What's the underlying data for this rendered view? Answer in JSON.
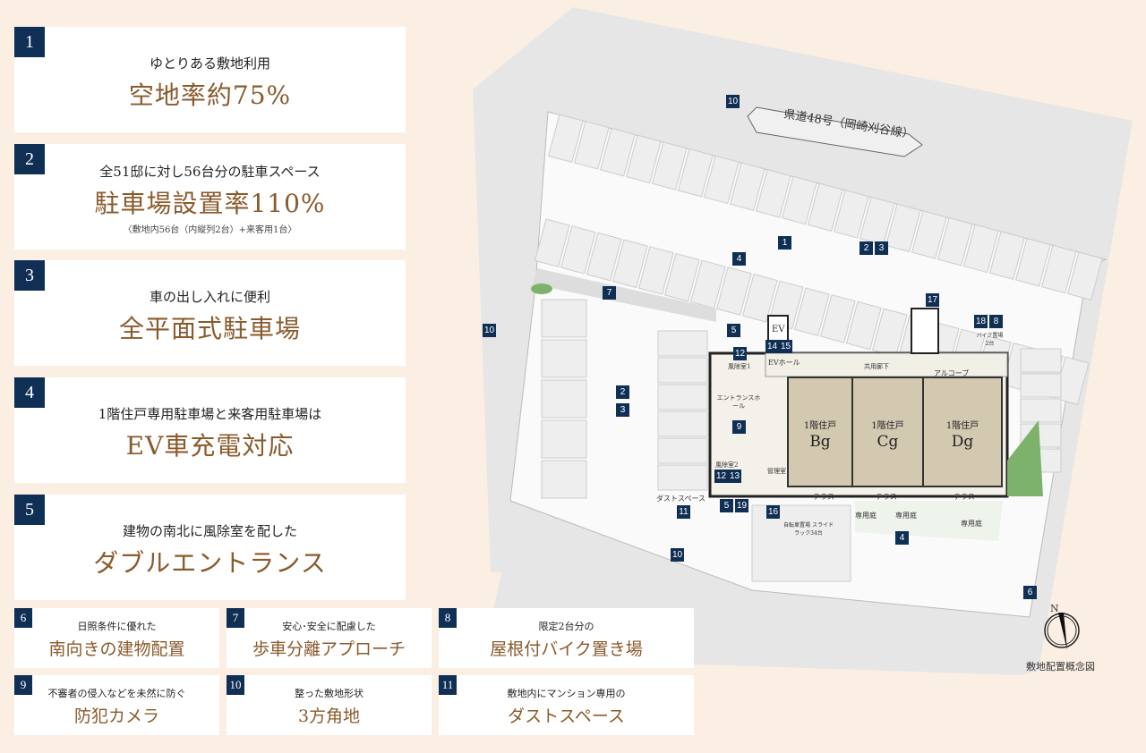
{
  "features_large": [
    {
      "num": "1",
      "sub": "ゆとりある敷地利用",
      "main": "空地率約75%",
      "note": ""
    },
    {
      "num": "2",
      "sub": "全51邸に対し56台分の駐車スペース",
      "main": "駐車場設置率110%",
      "note": "〈敷地内56台（内縦列2台）+来客用1台〉"
    },
    {
      "num": "3",
      "sub": "車の出し入れに便利",
      "main": "全平面式駐車場",
      "note": ""
    },
    {
      "num": "4",
      "sub": "1階住戸専用駐車場と来客用駐車場は",
      "main": "EV車充電対応",
      "note": ""
    },
    {
      "num": "5",
      "sub": "建物の南北に風除室を配した",
      "main": "ダブルエントランス",
      "note": ""
    }
  ],
  "features_small": [
    {
      "num": "6",
      "sub": "日照条件に優れた",
      "main": "南向きの建物配置"
    },
    {
      "num": "7",
      "sub": "安心･安全に配慮した",
      "main": "歩車分離アプローチ"
    },
    {
      "num": "8",
      "sub": "限定2台分の",
      "main": "屋根付バイク置き場"
    },
    {
      "num": "9",
      "sub": "不審者の侵入などを未然に防ぐ",
      "main": "防犯カメラ"
    },
    {
      "num": "10",
      "sub": "整った敷地形状",
      "main": "3方角地"
    },
    {
      "num": "11",
      "sub": "敷地内にマンション専用の",
      "main": "ダストスペース"
    }
  ],
  "map": {
    "road_label": "県道48号（岡崎刈谷線）",
    "markers": [
      "10",
      "1",
      "2",
      "3",
      "4",
      "7",
      "10",
      "5",
      "12",
      "14",
      "15",
      "17",
      "18",
      "8",
      "2",
      "3",
      "9",
      "12",
      "13",
      "5",
      "19",
      "16",
      "11",
      "4",
      "10",
      "6"
    ],
    "ev_label": "EV",
    "ev_hall": "EVホール",
    "corridor": "共用廊下",
    "alcove": "アルコーブ",
    "entrance_hall": "エントランスホール",
    "windbreak1": "風除室1",
    "windbreak2": "風除室2",
    "manager": "管理室",
    "dust": "ダストスペース",
    "bike": "自転車置場 スライドラック34台",
    "bike_parking": "バイク置場 2台",
    "terrace": "テラス",
    "private_garden": "専用庭",
    "units": [
      {
        "floor": "1階住戸",
        "name": "Bg"
      },
      {
        "floor": "1階住戸",
        "name": "Cg"
      },
      {
        "floor": "1階住戸",
        "name": "Dg"
      }
    ],
    "caption": "敷地配置概念図",
    "compass": "N"
  }
}
